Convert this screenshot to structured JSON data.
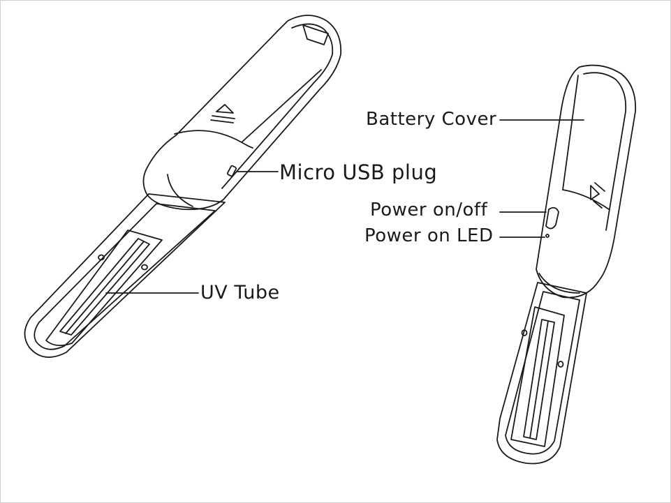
{
  "labels": {
    "battery_cover": "Battery Cover",
    "micro_usb": "Micro USB plug",
    "power_onoff": "Power on/off",
    "power_led": "Power on LED",
    "uv_tube": "UV Tube"
  },
  "colors": {
    "line": "#1a1a1a",
    "background": "#ffffff"
  }
}
